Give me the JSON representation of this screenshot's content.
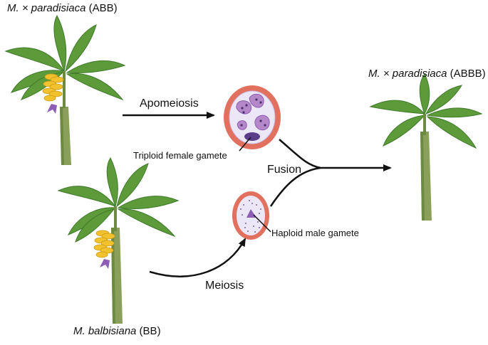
{
  "labels": {
    "parent_triploid": {
      "italic": "M. × paradisiaca",
      "plain": " (ABB)"
    },
    "parent_diploid": {
      "italic": "M. balbisiana",
      "plain": " (BB)"
    },
    "offspring": {
      "italic": "M. × paradisiaca",
      "plain": " (ABBB)"
    }
  },
  "processes": {
    "apomeiosis": "Apomeiosis",
    "meiosis": "Meiosis",
    "fusion": "Fusion"
  },
  "gametes": {
    "female": "Triploid female gamete",
    "male": "Haploid male gamete"
  },
  "colors": {
    "leaf": "#5d9a3a",
    "leaf_dark": "#3f7a2a",
    "trunk": "#8aa05a",
    "banana": "#f2c12e",
    "flower": "#8e5db5",
    "gamete_ring": "#e2705f",
    "gamete_inner": "#ece7f6",
    "nucleus": "#b487c9",
    "nucleus_dark": "#5a3d8a",
    "arrow": "#111111"
  }
}
